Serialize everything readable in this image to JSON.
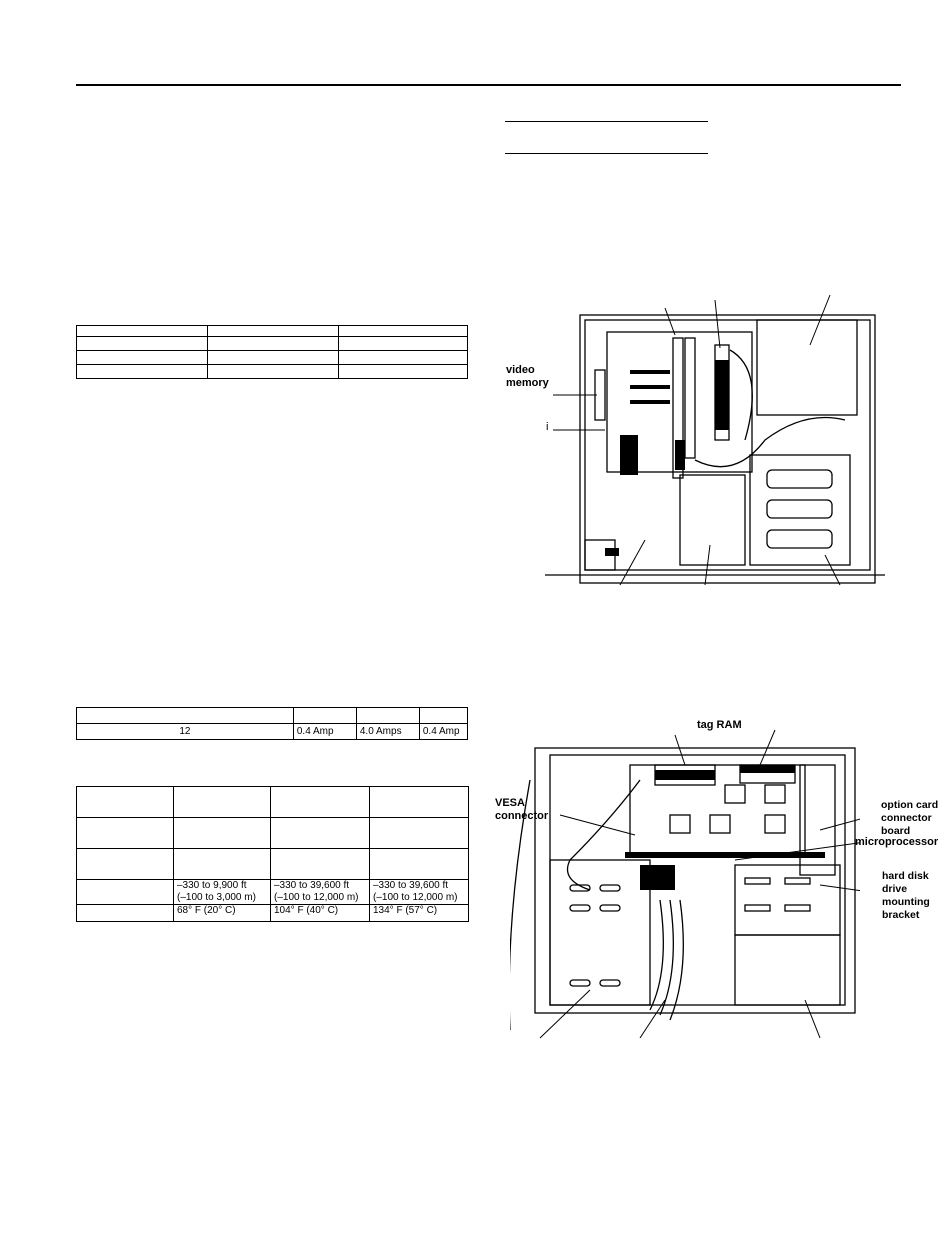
{
  "figure1": {
    "labels": {
      "video_memory": "video\nmemory",
      "short_mark": "i"
    }
  },
  "figure2": {
    "labels": {
      "tag_ram": "tag RAM",
      "vesa": "VESA\nconnector",
      "option_card": "option card\nconnector\nboard",
      "microprocessor": "microprocessor",
      "hard_disk": "hard disk\ndrive\nmounting\nbracket"
    }
  },
  "power_table": {
    "values": [
      "12",
      "0.4 Amp",
      "4.0 Amps",
      "0.4 Amp"
    ]
  },
  "env_table": {
    "altitude": [
      "–330 to 9,900 ft\n(–100 to 3,000 m)",
      "–330 to 39,600 ft\n(–100 to 12,000 m)",
      "–330 to 39,600 ft\n(–100 to 12,000 m)"
    ],
    "temperature": [
      "68° F (20° C)",
      "104° F (40° C)",
      "134° F (57° C)"
    ]
  }
}
